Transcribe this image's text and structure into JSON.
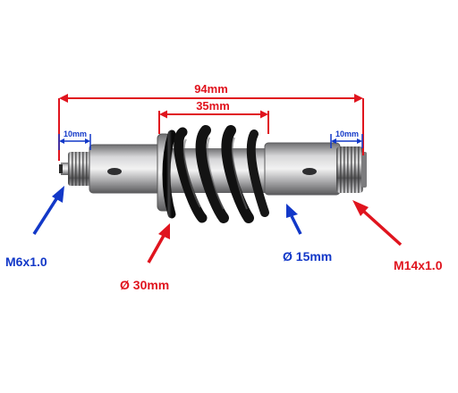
{
  "dimensions": {
    "total_length": "94mm",
    "spring_length": "35mm",
    "left_thread_length": "10mm",
    "right_thread_length": "10mm"
  },
  "callouts": {
    "left_thread": "M6x1.0",
    "spring_diameter": "Ø 30mm",
    "shaft_diameter": "Ø 15mm",
    "right_thread": "M14x1.0"
  },
  "colors": {
    "red": "#e0141e",
    "blue": "#1238c8",
    "steel": "#a4a4a6",
    "spring": "#1a1a1a"
  }
}
